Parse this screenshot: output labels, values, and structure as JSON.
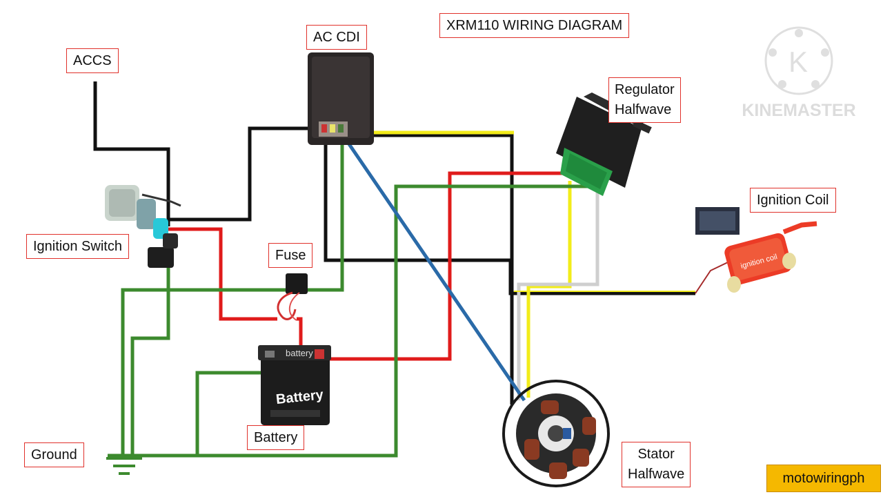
{
  "diagram": {
    "title": "XRM110 WIRING DIAGRAM",
    "components": {
      "accs": "ACCS",
      "ac_cdi": "AC CDI",
      "regulator": [
        "Regulator",
        "Halfwave"
      ],
      "ignition_coil": "Ignition Coil",
      "ignition_switch": "Ignition Switch",
      "fuse": "Fuse",
      "battery": "Battery",
      "ground": "Ground",
      "stator": [
        "Stator",
        "Halfwave"
      ]
    },
    "battery_case_text": "Battery",
    "battery_top_text": "battery",
    "coil_body_text": "ignition coil"
  },
  "watermark": {
    "text": "KINEMASTER",
    "logo_letter": "K"
  },
  "credit": "motowiringph",
  "wire_colors": {
    "black": "#111111",
    "red": "#e01b1b",
    "green": "#3c8a2e",
    "yellow": "#f2ec1a",
    "blue": "#2a6aa8",
    "white": "#cfcfcf"
  }
}
